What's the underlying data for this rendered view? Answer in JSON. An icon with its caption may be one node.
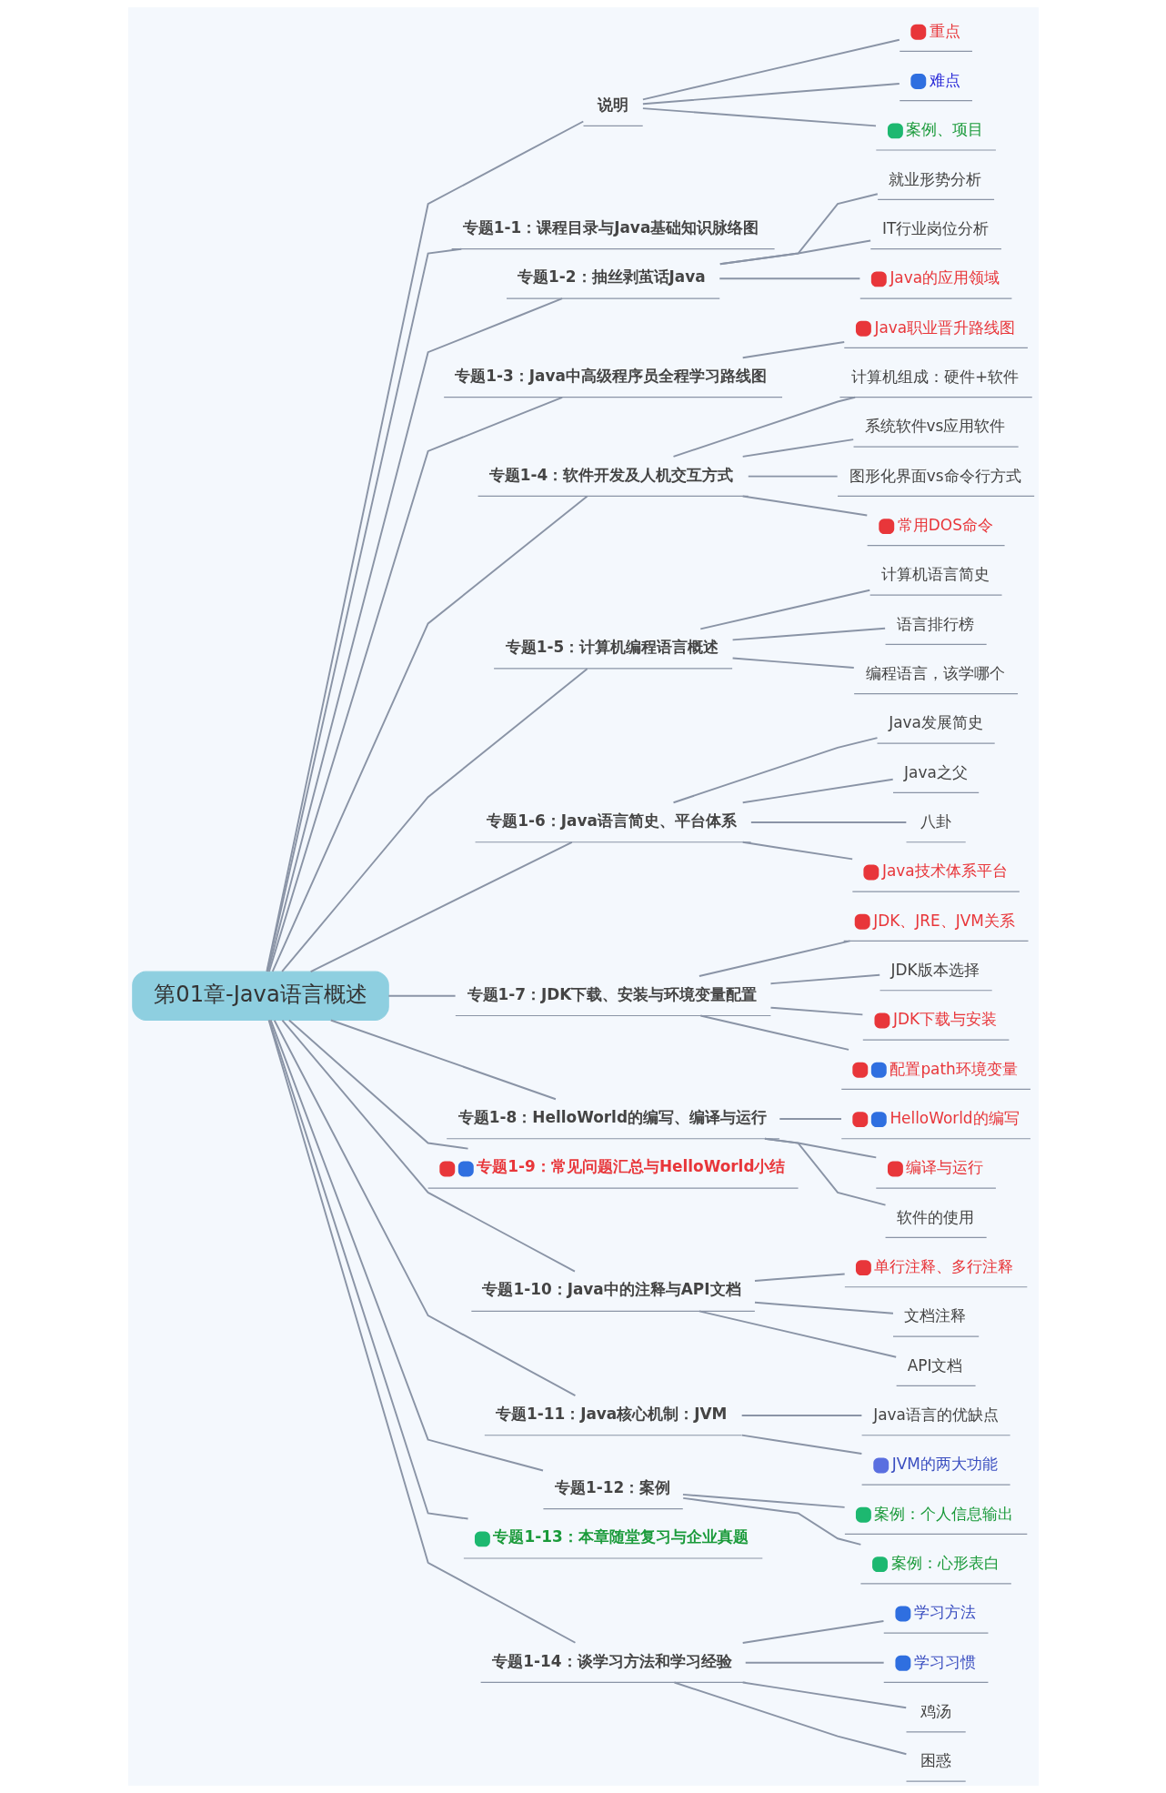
{
  "diagram": {
    "nodes": [
      {
        "text": [
          "第01章-Java语言概述"
        ]
      },
      {
        "text": [
          "说明"
        ]
      },
      {
        "text": [
          "重点"
        ]
      },
      {
        "text": [
          "难点"
        ]
      },
      {
        "text": [
          "案例、项目"
        ]
      },
      {
        "text": [
          "专题1-1：课程目录与Java基础知识脉络图"
        ]
      },
      {
        "text": [
          "专题1-2：抽丝剥茧话Java"
        ]
      },
      {
        "text": [
          "就业形势分析"
        ]
      },
      {
        "text": [
          "IT行业岗位分析"
        ]
      },
      {
        "text": [
          "Java的应用领域"
        ]
      },
      {
        "text": [
          "专题1-3：Java中高级程序员全程学习路线图"
        ]
      },
      {
        "text": [
          "Java职业晋升路线图"
        ]
      },
      {
        "text": [
          "专题1-4：软件开发及人机交互方式"
        ]
      },
      {
        "text": [
          "计算机组成：硬件+软件"
        ]
      },
      {
        "text": [
          "系统软件vs应用软件"
        ]
      },
      {
        "text": [
          "图形化界面vs命令行方式"
        ]
      },
      {
        "text": [
          "常用DOS命令"
        ]
      },
      {
        "text": [
          "专题1-5：计算机编程语言概述"
        ]
      },
      {
        "text": [
          "计算机语言简史"
        ]
      },
      {
        "text": [
          "语言排行榜"
        ]
      },
      {
        "text": [
          "编程语言，该学哪个"
        ]
      },
      {
        "text": [
          "专题1-6：Java语言简史、平台体系"
        ]
      },
      {
        "text": [
          "Java发展简史"
        ]
      },
      {
        "text": [
          "Java之父"
        ]
      },
      {
        "text": [
          "八卦"
        ]
      },
      {
        "text": [
          "Java技术体系平台"
        ]
      },
      {
        "text": [
          "专题1-7：JDK下载、安装与环境变量配置"
        ]
      },
      {
        "text": [
          "JDK、JRE、JVM关系"
        ]
      },
      {
        "text": [
          "JDK版本选择"
        ]
      },
      {
        "text": [
          "JDK下载与安装"
        ]
      },
      {
        "text": [
          "配置path环境变量"
        ]
      },
      {
        "text": [
          "专题1-8：HelloWorld的编写、编译与运行"
        ]
      },
      {
        "text": [
          "HelloWorld的编写"
        ]
      },
      {
        "text": [
          "编译与运行"
        ]
      },
      {
        "text": [
          "软件的使用"
        ]
      },
      {
        "text": [
          "专题1-9：常见问题汇总与HelloWorld小结"
        ]
      },
      {
        "text": [
          "专题1-10：Java中的注释与API文档"
        ]
      },
      {
        "text": [
          "单行注释、多行注释"
        ]
      },
      {
        "text": [
          "文档注释"
        ]
      },
      {
        "text": [
          "API文档"
        ]
      },
      {
        "text": [
          "专题1-11：Java核心机制：JVM"
        ]
      },
      {
        "text": [
          "Java语言的优缺点"
        ]
      },
      {
        "text": [
          "JVM的两大功能"
        ]
      },
      {
        "text": [
          "专题1-12：案例"
        ]
      },
      {
        "text": [
          "案例：个人信息输出"
        ]
      },
      {
        "text": [
          "案例：心形表白"
        ]
      },
      {
        "text": [
          "专题1-13：本章随堂复习与企业真题"
        ]
      },
      {
        "text": [
          "专题1-14：谈学习方法和学习经验"
        ]
      },
      {
        "text": [
          "学习方法"
        ]
      },
      {
        "text": [
          "学习习惯"
        ]
      },
      {
        "text": [
          "鸡汤"
        ]
      },
      {
        "text": [
          "困惑"
        ]
      }
    ],
    "edges": [
      {
        "from": 0,
        "to": 1,
        "arrow": "none"
      },
      {
        "from": 1,
        "to": 2,
        "arrow": "none"
      },
      {
        "from": 1,
        "to": 3,
        "arrow": "none"
      },
      {
        "from": 1,
        "to": 4,
        "arrow": "none"
      },
      {
        "from": 0,
        "to": 5,
        "arrow": "none"
      },
      {
        "from": 0,
        "to": 6,
        "arrow": "none"
      },
      {
        "from": 6,
        "to": 7,
        "arrow": "none"
      },
      {
        "from": 6,
        "to": 8,
        "arrow": "none"
      },
      {
        "from": 6,
        "to": 9,
        "arrow": "none"
      },
      {
        "from": 0,
        "to": 10,
        "arrow": "none"
      },
      {
        "from": 10,
        "to": 11,
        "arrow": "none"
      },
      {
        "from": 0,
        "to": 12,
        "arrow": "none"
      },
      {
        "from": 12,
        "to": 13,
        "arrow": "none"
      },
      {
        "from": 12,
        "to": 14,
        "arrow": "none"
      },
      {
        "from": 12,
        "to": 15,
        "arrow": "none"
      },
      {
        "from": 12,
        "to": 16,
        "arrow": "none"
      },
      {
        "from": 0,
        "to": 17,
        "arrow": "none"
      },
      {
        "from": 17,
        "to": 18,
        "arrow": "none"
      },
      {
        "from": 17,
        "to": 19,
        "arrow": "none"
      },
      {
        "from": 17,
        "to": 20,
        "arrow": "none"
      },
      {
        "from": 0,
        "to": 21,
        "arrow": "none"
      },
      {
        "from": 21,
        "to": 22,
        "arrow": "none"
      },
      {
        "from": 21,
        "to": 23,
        "arrow": "none"
      },
      {
        "from": 21,
        "to": 24,
        "arrow": "none"
      },
      {
        "from": 21,
        "to": 25,
        "arrow": "none"
      },
      {
        "from": 0,
        "to": 26,
        "arrow": "none"
      },
      {
        "from": 26,
        "to": 27,
        "arrow": "none"
      },
      {
        "from": 26,
        "to": 28,
        "arrow": "none"
      },
      {
        "from": 26,
        "to": 29,
        "arrow": "none"
      },
      {
        "from": 26,
        "to": 30,
        "arrow": "none"
      },
      {
        "from": 0,
        "to": 31,
        "arrow": "none"
      },
      {
        "from": 31,
        "to": 32,
        "arrow": "none"
      },
      {
        "from": 31,
        "to": 33,
        "arrow": "none"
      },
      {
        "from": 31,
        "to": 34,
        "arrow": "none"
      },
      {
        "from": 0,
        "to": 35,
        "arrow": "none"
      },
      {
        "from": 0,
        "to": 36,
        "arrow": "none"
      },
      {
        "from": 36,
        "to": 37,
        "arrow": "none"
      },
      {
        "from": 36,
        "to": 38,
        "arrow": "none"
      },
      {
        "from": 36,
        "to": 39,
        "arrow": "none"
      },
      {
        "from": 0,
        "to": 40,
        "arrow": "none"
      },
      {
        "from": 40,
        "to": 41,
        "arrow": "none"
      },
      {
        "from": 40,
        "to": 42,
        "arrow": "none"
      },
      {
        "from": 0,
        "to": 43,
        "arrow": "none"
      },
      {
        "from": 43,
        "to": 44,
        "arrow": "none"
      },
      {
        "from": 43,
        "to": 45,
        "arrow": "none"
      },
      {
        "from": 0,
        "to": 46,
        "arrow": "none"
      },
      {
        "from": 0,
        "to": 47,
        "arrow": "none"
      },
      {
        "from": 47,
        "to": 48,
        "arrow": "none"
      },
      {
        "from": 47,
        "to": 49,
        "arrow": "none"
      },
      {
        "from": 47,
        "to": 50,
        "arrow": "none"
      },
      {
        "from": 47,
        "to": 51,
        "arrow": "none"
      }
    ]
  }
}
